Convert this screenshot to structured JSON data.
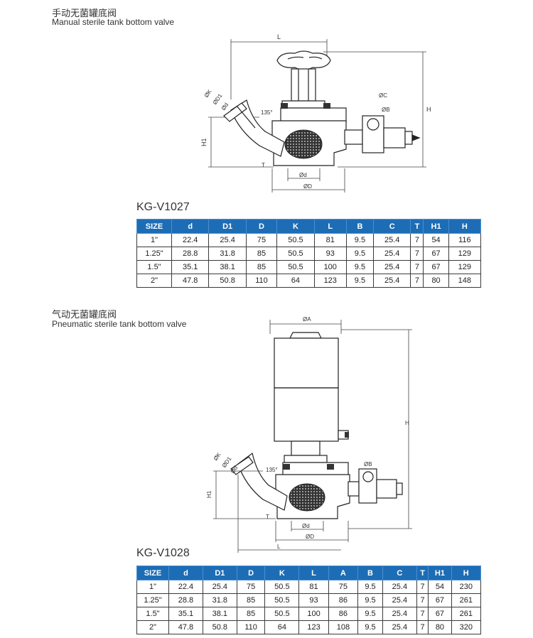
{
  "sections": [
    {
      "title_cn": "手动无菌罐底阀",
      "title_en": "Manual sterile tank bottom valve",
      "model": "KG-V1027",
      "diagram_labels": {
        "L": "L",
        "H": "H",
        "H1": "H1",
        "K": "ØK",
        "D1": "ØD1",
        "d_small": "Ød",
        "angle": "135°",
        "C": "ØC",
        "B": "ØB",
        "T": "T",
        "d": "Ød",
        "D": "ØD"
      },
      "table": {
        "headers": [
          "SIZE",
          "d",
          "D1",
          "D",
          "K",
          "L",
          "B",
          "C",
          "T",
          "H1",
          "H"
        ],
        "rows": [
          [
            "1\"",
            "22.4",
            "25.4",
            "75",
            "50.5",
            "81",
            "9.5",
            "25.4",
            "7",
            "54",
            "116"
          ],
          [
            "1.25\"",
            "28.8",
            "31.8",
            "85",
            "50.5",
            "93",
            "9.5",
            "25.4",
            "7",
            "67",
            "129"
          ],
          [
            "1.5\"",
            "35.1",
            "38.1",
            "85",
            "50.5",
            "100",
            "9.5",
            "25.4",
            "7",
            "67",
            "129"
          ],
          [
            "2\"",
            "47.8",
            "50.8",
            "110",
            "64",
            "123",
            "9.5",
            "25.4",
            "7",
            "80",
            "148"
          ]
        ]
      }
    },
    {
      "title_cn": "气动无菌罐底阀",
      "title_en": "Pneumatic sterile tank bottom valve",
      "model": "KG-V1028",
      "diagram_labels": {
        "A": "ØA",
        "H": "H",
        "K": "ØK",
        "D1": "ØD1",
        "d_small": "Ød",
        "angle": "135°",
        "B": "ØB",
        "H1": "H1",
        "T": "T",
        "d": "Ød",
        "D": "ØD",
        "L": "L"
      },
      "table": {
        "headers": [
          "SIZE",
          "d",
          "D1",
          "D",
          "K",
          "L",
          "A",
          "B",
          "C",
          "T",
          "H1",
          "H"
        ],
        "rows": [
          [
            "1\"",
            "22.4",
            "25.4",
            "75",
            "50.5",
            "81",
            "75",
            "9.5",
            "25.4",
            "7",
            "54",
            "230"
          ],
          [
            "1.25\"",
            "28.8",
            "31.8",
            "85",
            "50.5",
            "93",
            "86",
            "9.5",
            "25.4",
            "7",
            "67",
            "261"
          ],
          [
            "1.5\"",
            "35.1",
            "38.1",
            "85",
            "50.5",
            "100",
            "86",
            "9.5",
            "25.4",
            "7",
            "67",
            "261"
          ],
          [
            "2\"",
            "47.8",
            "50.8",
            "110",
            "64",
            "123",
            "108",
            "9.5",
            "25.4",
            "7",
            "80",
            "320"
          ]
        ]
      }
    }
  ]
}
